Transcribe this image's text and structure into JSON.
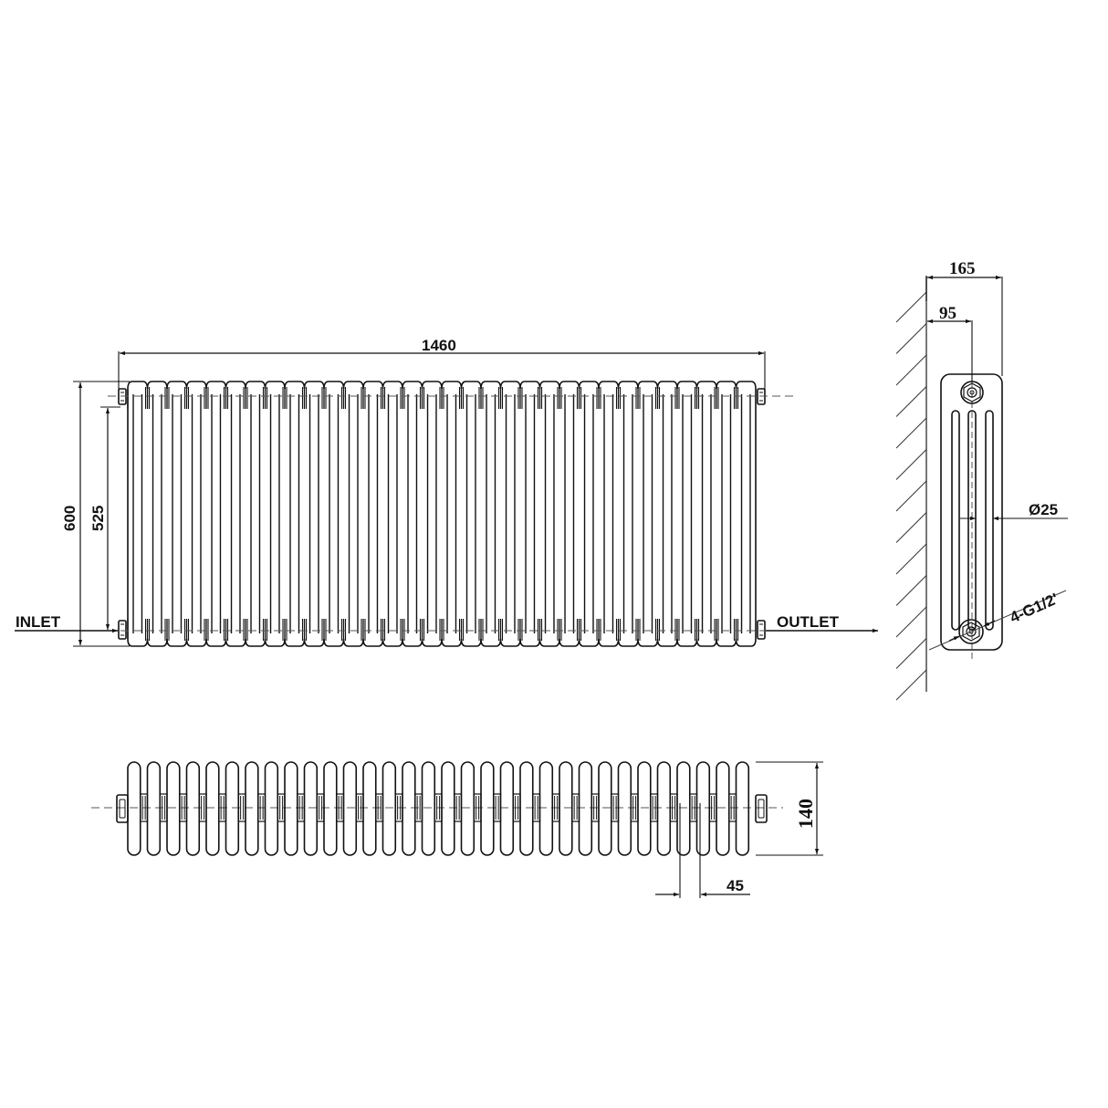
{
  "drawing": {
    "type": "technical-drawing",
    "subject": "column radiator",
    "stroke_color": "#111111",
    "wall_color": "#555555",
    "background": "#ffffff"
  },
  "front_view": {
    "column_count": 32,
    "dimensions": {
      "width": "1460",
      "height": "600",
      "pipe_centres": "525"
    },
    "labels": {
      "inlet": "INLET",
      "outlet": "OUTLET"
    }
  },
  "side_view": {
    "tube_count": 3,
    "dimensions": {
      "depth": "165",
      "wall_to_centre": "95",
      "tube_diameter": "Ø25",
      "connections": "4-G1/2'"
    }
  },
  "top_view": {
    "section_count": 32,
    "dimensions": {
      "depth": "140",
      "section_pitch": "45"
    }
  }
}
